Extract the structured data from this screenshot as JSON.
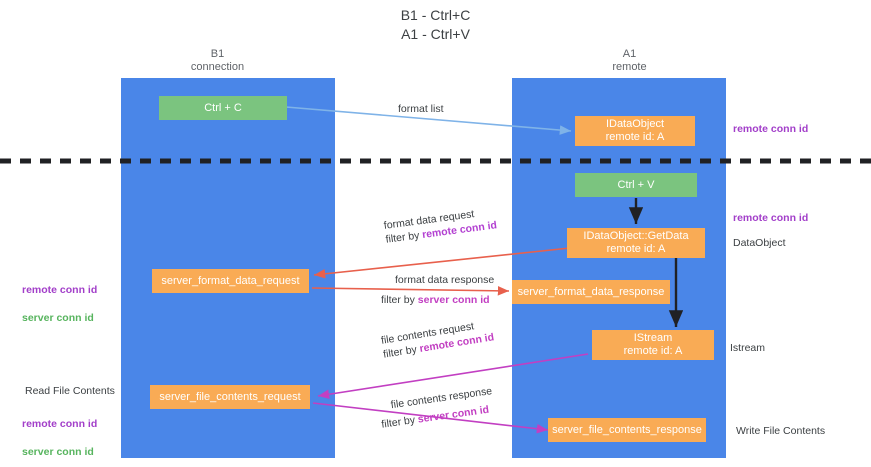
{
  "title": "B1 - Ctrl+C\nA1 - Ctrl+V",
  "columns": [
    {
      "name": "B1",
      "subtitle": "B1\nconnection"
    },
    {
      "name": "A1",
      "subtitle": "A1\nremote"
    }
  ],
  "nodes": [
    {
      "id": "ctrl-c",
      "label": "Ctrl + C",
      "color": "green"
    },
    {
      "id": "idataobject",
      "label": "IDataObject\nremote id: A",
      "color": "orange"
    },
    {
      "id": "ctrl-v",
      "label": "Ctrl + V",
      "color": "green"
    },
    {
      "id": "idataobject-getdata",
      "label": "IDataObject::GetData\nremote id: A",
      "color": "orange"
    },
    {
      "id": "server-format-data-request",
      "label": "server_format_data_request",
      "color": "orange"
    },
    {
      "id": "server-format-data-response",
      "label": "server_format_data_response",
      "color": "orange"
    },
    {
      "id": "istream",
      "label": "IStream\nremote id: A",
      "color": "orange"
    },
    {
      "id": "server-file-contents-request",
      "label": "server_file_contents_request",
      "color": "orange"
    },
    {
      "id": "server-file-contents-response",
      "label": "server_file_contents_response",
      "color": "orange"
    }
  ],
  "edge_labels": {
    "format_list": "format list",
    "format_data_request": "format data request",
    "format_data_request_filter_prefix": "filter by ",
    "format_data_request_filter_value": "remote conn id",
    "format_data_response": "format data response",
    "format_data_response_filter_prefix": "filter by ",
    "format_data_response_filter_value": "server conn id",
    "file_contents_request": "file contents request",
    "file_contents_request_filter_prefix": "filter by ",
    "file_contents_request_filter_value": "remote conn id",
    "file_contents_response": "file contents response",
    "file_contents_response_filter_prefix": "filter by ",
    "file_contents_response_filter_value": "server conn id"
  },
  "side_labels": {
    "right_remote_conn_id_top": "remote conn id",
    "right_remote_conn_id_mid": "remote conn id",
    "right_dataobject": "DataObject",
    "right_istream": "Istream",
    "right_write_file_contents": "Write File Contents",
    "left_conn_ids_mid": "remote conn id\nserver conn id",
    "left_read_file_contents": "Read File Contents",
    "left_conn_ids_bottom": "remote conn id\nserver conn id"
  },
  "colors": {
    "lane": "#4a86e8",
    "node_orange": "#f9ab55",
    "node_green": "#7bc47f",
    "purple": "#a23ec9",
    "green_text": "#57b45e",
    "arrow_blue": "#7fb3e8",
    "arrow_red": "#e8604c",
    "arrow_magenta": "#c23fc2",
    "arrow_black": "#202124",
    "divider": "#202124"
  }
}
